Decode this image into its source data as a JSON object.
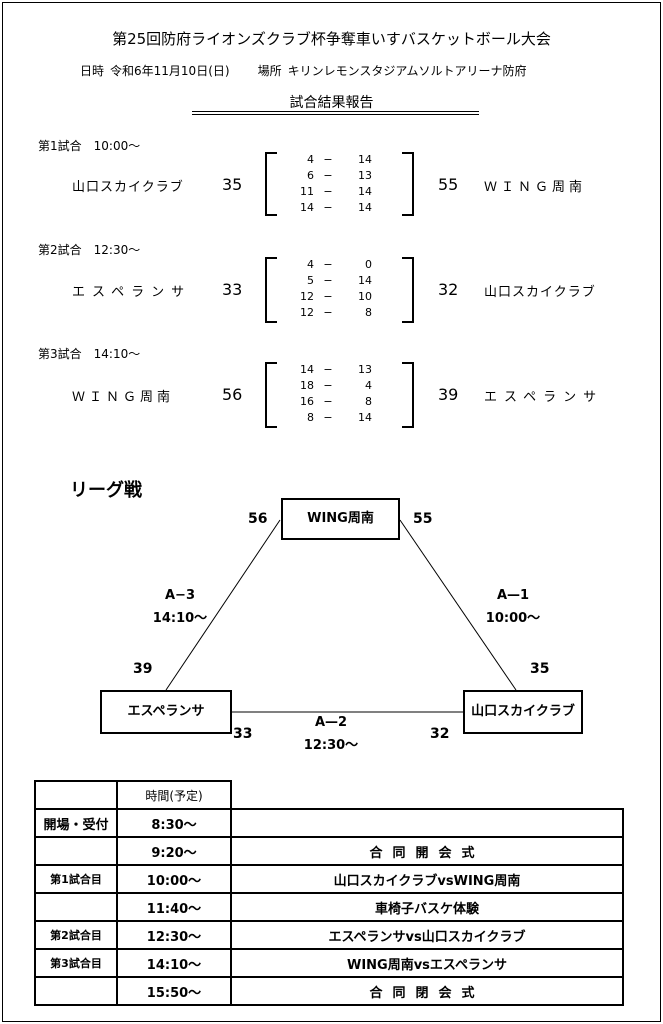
{
  "header": {
    "title": "第25回防府ライオンズクラブ杯争奪車いすバスケットボール大会",
    "date_label": "日時",
    "date": "令和6年11月10日(日)",
    "place_label": "場所",
    "place": "キリンレモンスタジアムソルトアリーナ防府",
    "report": "試合結果報告"
  },
  "games": [
    {
      "label": "第1試合　10:00〜",
      "left_team": "山口スカイクラブ",
      "left_score": "35",
      "right_team": "ＷＩＮＧ周南",
      "right_score": "55",
      "quarters": [
        [
          "4",
          "−",
          "14"
        ],
        [
          "6",
          "−",
          "13"
        ],
        [
          "11",
          "−",
          "14"
        ],
        [
          "14",
          "−",
          "14"
        ]
      ]
    },
    {
      "label": "第2試合　12:30〜",
      "left_team": "エスペランサ",
      "left_score": "33",
      "right_team": "山口スカイクラブ",
      "right_score": "32",
      "quarters": [
        [
          "4",
          "−",
          "0"
        ],
        [
          "5",
          "−",
          "14"
        ],
        [
          "12",
          "−",
          "10"
        ],
        [
          "12",
          "−",
          "8"
        ]
      ]
    },
    {
      "label": "第3試合　14:10〜",
      "left_team": "ＷＩＮＧ周南",
      "left_score": "56",
      "right_team": "エスペランサ",
      "right_score": "39",
      "quarters": [
        [
          "14",
          "−",
          "13"
        ],
        [
          "18",
          "−",
          "4"
        ],
        [
          "16",
          "−",
          "8"
        ],
        [
          "8",
          "−",
          "14"
        ]
      ]
    }
  ],
  "league": {
    "title": "リーグ戦",
    "top_team": "WING周南",
    "left_team": "エスペランサ",
    "right_team": "山口スカイクラブ",
    "scores": {
      "top_left": "56",
      "top_right": "55",
      "left_top": "39",
      "right_top": "35",
      "bottom_left": "33",
      "bottom_right": "32"
    },
    "matches": {
      "a1_code": "A—1",
      "a1_time": "10:00〜",
      "a2_code": "A—2",
      "a2_time": "12:30〜",
      "a3_code": "A−3",
      "a3_time": "14:10〜"
    }
  },
  "schedule": {
    "time_header": "時間(予定)",
    "rows": [
      {
        "label": "開場・受付",
        "time": "8:30〜",
        "event": ""
      },
      {
        "label": "",
        "time": "9:20〜",
        "event": "合同開会式"
      },
      {
        "label": "第1試合目",
        "time": "10:00〜",
        "event": "山口スカイクラブvsWING周南"
      },
      {
        "label": "",
        "time": "11:40〜",
        "event": "車椅子バスケ体験"
      },
      {
        "label": "第2試合目",
        "time": "12:30〜",
        "event": "エスペランサvs山口スカイクラブ"
      },
      {
        "label": "第3試合目",
        "time": "14:10〜",
        "event": "WING周南vsエスペランサ"
      },
      {
        "label": "",
        "time": "15:50〜",
        "event": "合同閉会式"
      }
    ]
  }
}
